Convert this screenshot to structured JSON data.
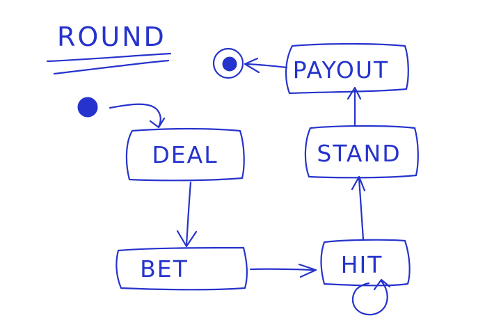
{
  "ink_color": "#2633cc",
  "title": "ROUND",
  "states": {
    "deal": "DEAL",
    "bet": "BET",
    "hit": "HIT",
    "stand": "STAND",
    "payout": "PAYOUT"
  },
  "markers": {
    "initial": "filled-circle-icon",
    "final": "bullseye-icon"
  },
  "transitions": [
    {
      "from": "initial",
      "to": "DEAL"
    },
    {
      "from": "DEAL",
      "to": "BET"
    },
    {
      "from": "BET",
      "to": "HIT"
    },
    {
      "from": "HIT",
      "to": "HIT"
    },
    {
      "from": "HIT",
      "to": "STAND"
    },
    {
      "from": "STAND",
      "to": "PAYOUT"
    },
    {
      "from": "PAYOUT",
      "to": "final"
    }
  ]
}
